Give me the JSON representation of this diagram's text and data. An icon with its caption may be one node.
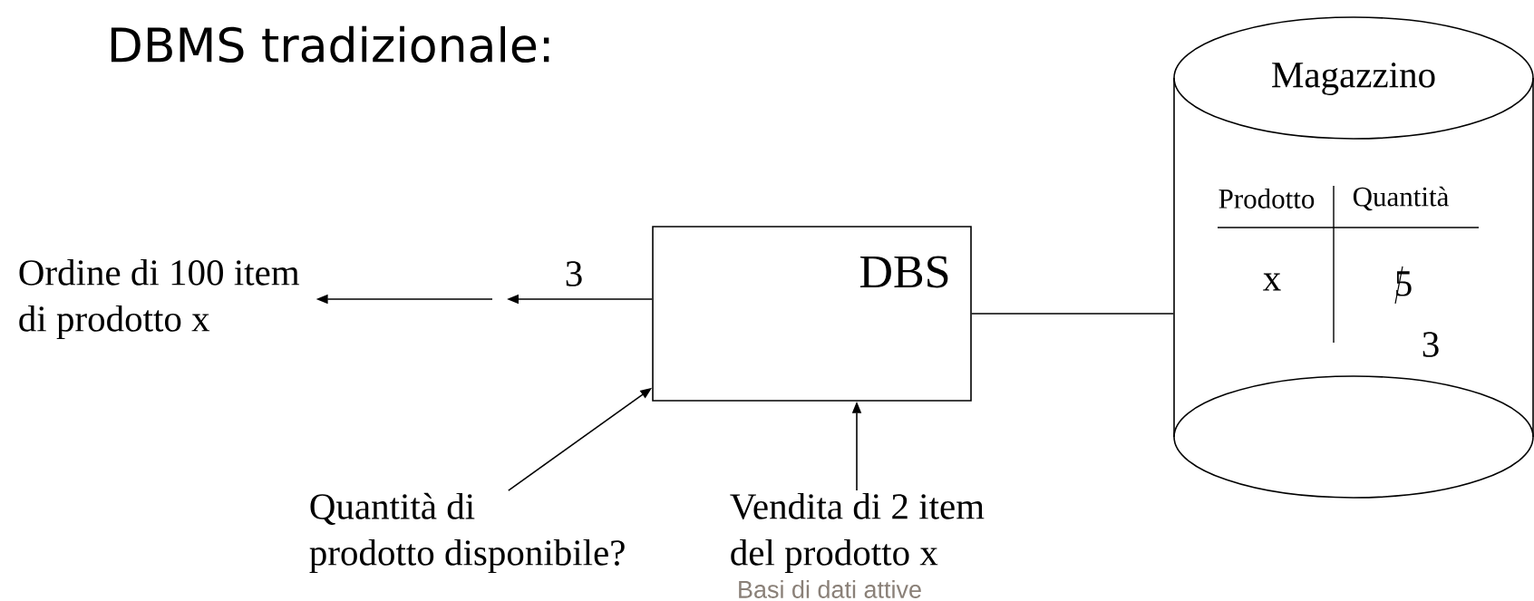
{
  "diagram": {
    "title": "DBMS tradizionale:",
    "nodes": [
      {
        "text": [
          "DBS"
        ]
      },
      {
        "text": [
          "Magazzino"
        ]
      },
      {
        "text": [
          "Ordine di 100 item di prodotto x"
        ]
      },
      {
        "text": [
          "Quantità di prodotto disponibile?"
        ]
      },
      {
        "text": [
          "Vendita di 2 item del prodotto x"
        ]
      }
    ],
    "edges": [
      {
        "from": 0,
        "to": null,
        "arrow": "to",
        "label": "3"
      },
      {
        "from": null,
        "to": 2,
        "arrow": "to"
      },
      {
        "from": 3,
        "to": 0,
        "arrow": "to"
      },
      {
        "from": 4,
        "to": 0,
        "arrow": "to"
      },
      {
        "from": 0,
        "to": 1,
        "arrow": "none"
      }
    ],
    "labels": [
      "Prodotto",
      "Quantità",
      "x",
      "5",
      "3",
      "Basi di dati attive"
    ]
  }
}
